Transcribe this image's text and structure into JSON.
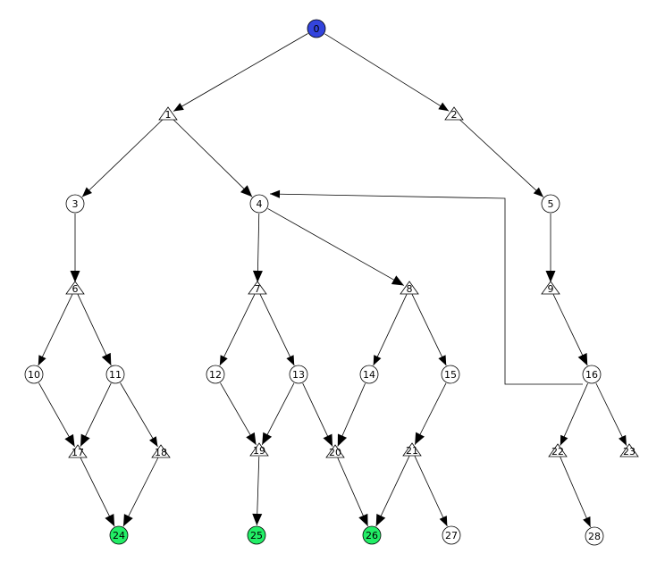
{
  "graph": {
    "colors": {
      "default": "#ffffff",
      "root": "#3344dd",
      "goal": "#22ee66",
      "stroke": "#000000"
    },
    "nodes": [
      {
        "id": "0",
        "label": "0",
        "shape": "circle",
        "fill": "root"
      },
      {
        "id": "1",
        "label": "1",
        "shape": "triangle",
        "fill": "default"
      },
      {
        "id": "2",
        "label": "2",
        "shape": "triangle",
        "fill": "default"
      },
      {
        "id": "3",
        "label": "3",
        "shape": "circle",
        "fill": "default"
      },
      {
        "id": "4",
        "label": "4",
        "shape": "circle",
        "fill": "default"
      },
      {
        "id": "5",
        "label": "5",
        "shape": "circle",
        "fill": "default"
      },
      {
        "id": "6",
        "label": "6",
        "shape": "triangle",
        "fill": "default"
      },
      {
        "id": "7",
        "label": "7",
        "shape": "triangle",
        "fill": "default"
      },
      {
        "id": "8",
        "label": "8",
        "shape": "triangle",
        "fill": "default"
      },
      {
        "id": "9",
        "label": "9",
        "shape": "triangle",
        "fill": "default"
      },
      {
        "id": "10",
        "label": "10",
        "shape": "circle",
        "fill": "default"
      },
      {
        "id": "11",
        "label": "11",
        "shape": "circle",
        "fill": "default"
      },
      {
        "id": "12",
        "label": "12",
        "shape": "circle",
        "fill": "default"
      },
      {
        "id": "13",
        "label": "13",
        "shape": "circle",
        "fill": "default"
      },
      {
        "id": "14",
        "label": "14",
        "shape": "circle",
        "fill": "default"
      },
      {
        "id": "15",
        "label": "15",
        "shape": "circle",
        "fill": "default"
      },
      {
        "id": "16",
        "label": "16",
        "shape": "circle",
        "fill": "default"
      },
      {
        "id": "17",
        "label": "17",
        "shape": "triangle",
        "fill": "default"
      },
      {
        "id": "18",
        "label": "18",
        "shape": "triangle",
        "fill": "default"
      },
      {
        "id": "19",
        "label": "19",
        "shape": "triangle",
        "fill": "default"
      },
      {
        "id": "20",
        "label": "20",
        "shape": "triangle",
        "fill": "default"
      },
      {
        "id": "21",
        "label": "21",
        "shape": "triangle",
        "fill": "default"
      },
      {
        "id": "22",
        "label": "22",
        "shape": "triangle",
        "fill": "default"
      },
      {
        "id": "23",
        "label": "23",
        "shape": "triangle",
        "fill": "default"
      },
      {
        "id": "24",
        "label": "24",
        "shape": "circle",
        "fill": "goal"
      },
      {
        "id": "25",
        "label": "25",
        "shape": "circle",
        "fill": "goal"
      },
      {
        "id": "26",
        "label": "26",
        "shape": "circle",
        "fill": "goal"
      },
      {
        "id": "27",
        "label": "27",
        "shape": "circle",
        "fill": "default"
      },
      {
        "id": "28",
        "label": "28",
        "shape": "circle",
        "fill": "default"
      }
    ],
    "edges": [
      {
        "from": "0",
        "to": "1",
        "arrow": "thin"
      },
      {
        "from": "0",
        "to": "2",
        "arrow": "thin"
      },
      {
        "from": "1",
        "to": "3",
        "arrow": "thin"
      },
      {
        "from": "1",
        "to": "4",
        "arrow": "bold"
      },
      {
        "from": "2",
        "to": "5",
        "arrow": "thin"
      },
      {
        "from": "3",
        "to": "6",
        "arrow": "bold"
      },
      {
        "from": "4",
        "to": "7",
        "arrow": "bold"
      },
      {
        "from": "4",
        "to": "8",
        "arrow": "bold"
      },
      {
        "from": "5",
        "to": "9",
        "arrow": "bold"
      },
      {
        "from": "6",
        "to": "10",
        "arrow": "thin"
      },
      {
        "from": "6",
        "to": "11",
        "arrow": "bold"
      },
      {
        "from": "7",
        "to": "12",
        "arrow": "thin"
      },
      {
        "from": "7",
        "to": "13",
        "arrow": "thin"
      },
      {
        "from": "8",
        "to": "14",
        "arrow": "thin"
      },
      {
        "from": "8",
        "to": "15",
        "arrow": "thin"
      },
      {
        "from": "9",
        "to": "16",
        "arrow": "bold"
      },
      {
        "from": "10",
        "to": "17",
        "arrow": "bold"
      },
      {
        "from": "11",
        "to": "17",
        "arrow": "bold"
      },
      {
        "from": "11",
        "to": "18",
        "arrow": "thin"
      },
      {
        "from": "12",
        "to": "19",
        "arrow": "bold"
      },
      {
        "from": "13",
        "to": "19",
        "arrow": "bold"
      },
      {
        "from": "13",
        "to": "20",
        "arrow": "bold"
      },
      {
        "from": "14",
        "to": "20",
        "arrow": "bold"
      },
      {
        "from": "15",
        "to": "21",
        "arrow": "bold"
      },
      {
        "from": "16",
        "to": "22",
        "arrow": "thin"
      },
      {
        "from": "16",
        "to": "23",
        "arrow": "thin"
      },
      {
        "from": "17",
        "to": "24",
        "arrow": "bold"
      },
      {
        "from": "18",
        "to": "24",
        "arrow": "bold"
      },
      {
        "from": "19",
        "to": "25",
        "arrow": "bold"
      },
      {
        "from": "20",
        "to": "26",
        "arrow": "bold"
      },
      {
        "from": "21",
        "to": "26",
        "arrow": "bold"
      },
      {
        "from": "21",
        "to": "27",
        "arrow": "thin"
      },
      {
        "from": "22",
        "to": "28",
        "arrow": "thin"
      },
      {
        "from": "16",
        "to": "4",
        "arrow": "thin",
        "routed": true
      }
    ]
  }
}
